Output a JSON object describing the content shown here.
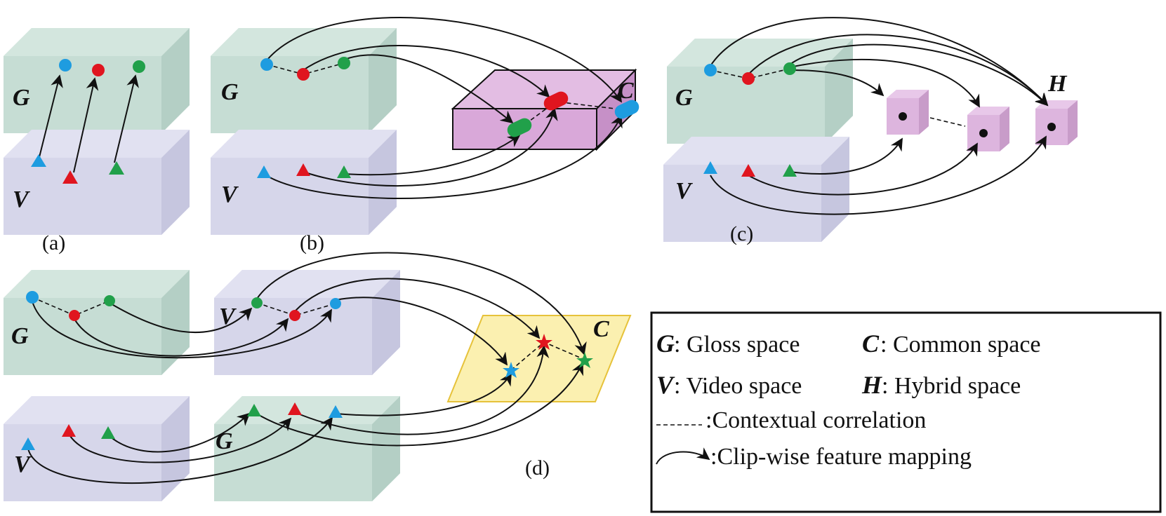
{
  "colors": {
    "gloss_space": "#c6ddd4",
    "video_space": "#d6d6ea",
    "common_box": "#d9a8d9",
    "common_plane": "#fbf0b0",
    "hybrid_cube": "#ddb5de",
    "blue": "#1e9ce0",
    "red": "#e0151f",
    "green": "#21a04a"
  },
  "panels": {
    "a": {
      "caption": "(a)",
      "top_label": "G",
      "bottom_label": "V"
    },
    "b": {
      "caption": "(b)",
      "top_label": "G",
      "bottom_label": "V",
      "target_label": "C"
    },
    "c": {
      "caption": "(c)",
      "top_label": "G",
      "bottom_label": "V",
      "target_label": "H"
    },
    "d": {
      "caption": "(d)",
      "top_left_label": "G",
      "top_mid_label": "V",
      "bottom_left_label": "V",
      "bottom_mid_label": "G",
      "target_label": "C"
    }
  },
  "legend": {
    "g_sym": "G",
    "g_text": ": Gloss space",
    "c_sym": "C",
    "c_text": ": Common space",
    "v_sym": "V",
    "v_text": ": Video space",
    "h_sym": "H",
    "h_text": ": Hybrid space",
    "dashed_text": ":Contextual correlation",
    "arrow_text": ":Clip-wise feature mapping"
  }
}
